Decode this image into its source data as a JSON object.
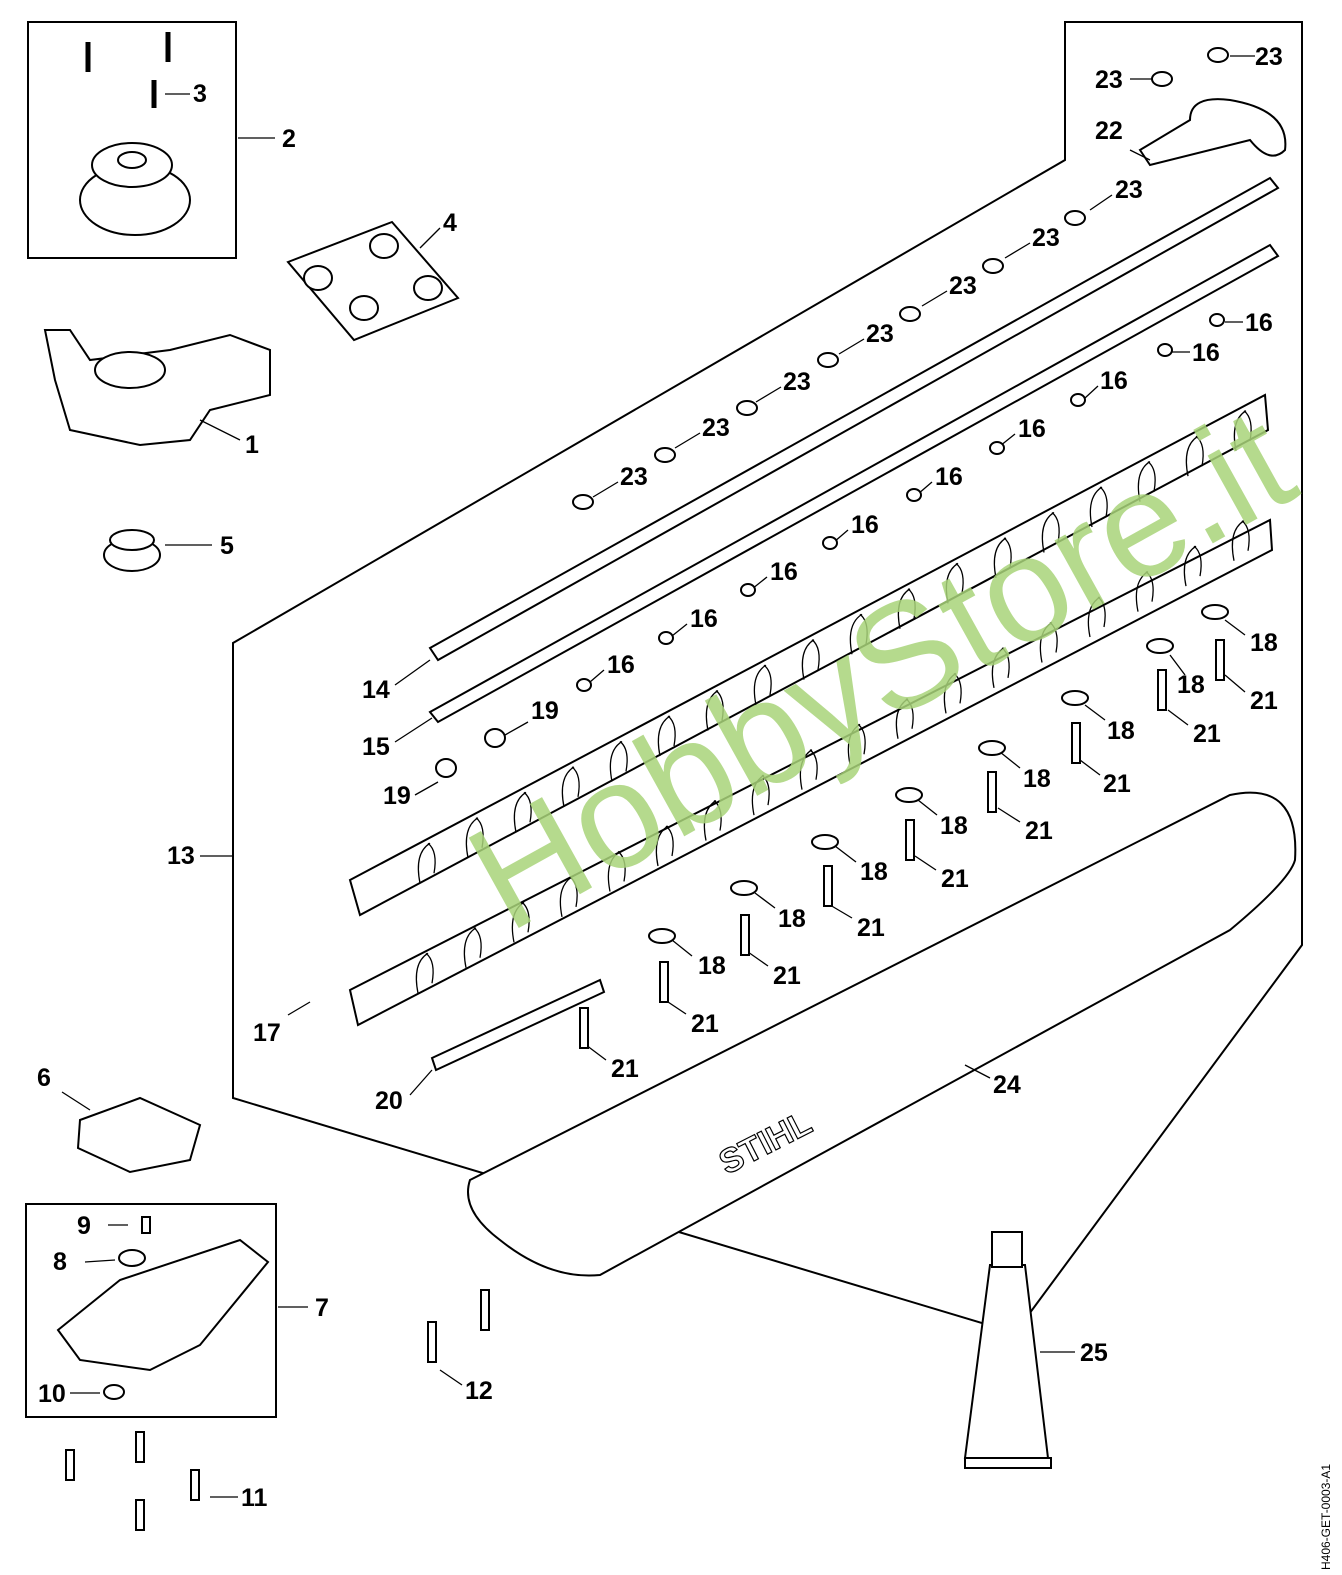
{
  "diagram": {
    "callouts": [
      "2",
      "3",
      "4",
      "1",
      "5",
      "23",
      "23",
      "23",
      "23",
      "23",
      "23",
      "23",
      "23",
      "23",
      "22",
      "16",
      "16",
      "16",
      "16",
      "16",
      "16",
      "16",
      "16",
      "16",
      "14",
      "15",
      "19",
      "19",
      "18",
      "18",
      "18",
      "18",
      "18",
      "18",
      "18",
      "18",
      "21",
      "21",
      "21",
      "21",
      "21",
      "21",
      "21",
      "21",
      "21",
      "13",
      "17",
      "20",
      "24",
      "6",
      "9",
      "8",
      "7",
      "10",
      "12",
      "11",
      "25"
    ],
    "drawing_code": "H406-GET-0003-A1",
    "watermark": "HobbyStore.it",
    "brand_on_part": "STIHL",
    "colors": {
      "watermark": "#a9d47a",
      "lines": "#000000"
    }
  }
}
